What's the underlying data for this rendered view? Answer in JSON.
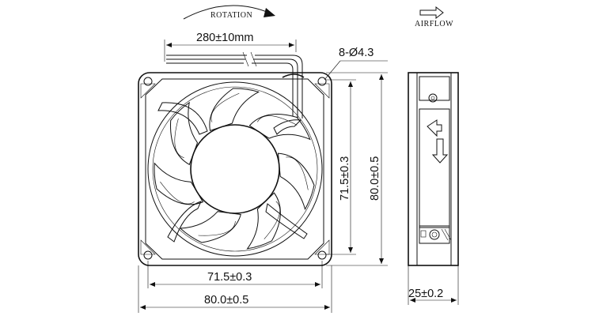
{
  "labels": {
    "rotation": "ROTATION",
    "airflow": "AIRFLOW",
    "cable_length": "280±10mm",
    "mounting_holes": "8-Ø4.3",
    "hole_spacing_vertical": "71.5±0.3",
    "frame_size_vertical": "80.0±0.5",
    "hole_spacing_horizontal": "71.5±0.3",
    "frame_size_horizontal": "80.0±0.5",
    "frame_depth": "25±0.2"
  },
  "colors": {
    "line": "#111111",
    "background": "#ffffff"
  }
}
